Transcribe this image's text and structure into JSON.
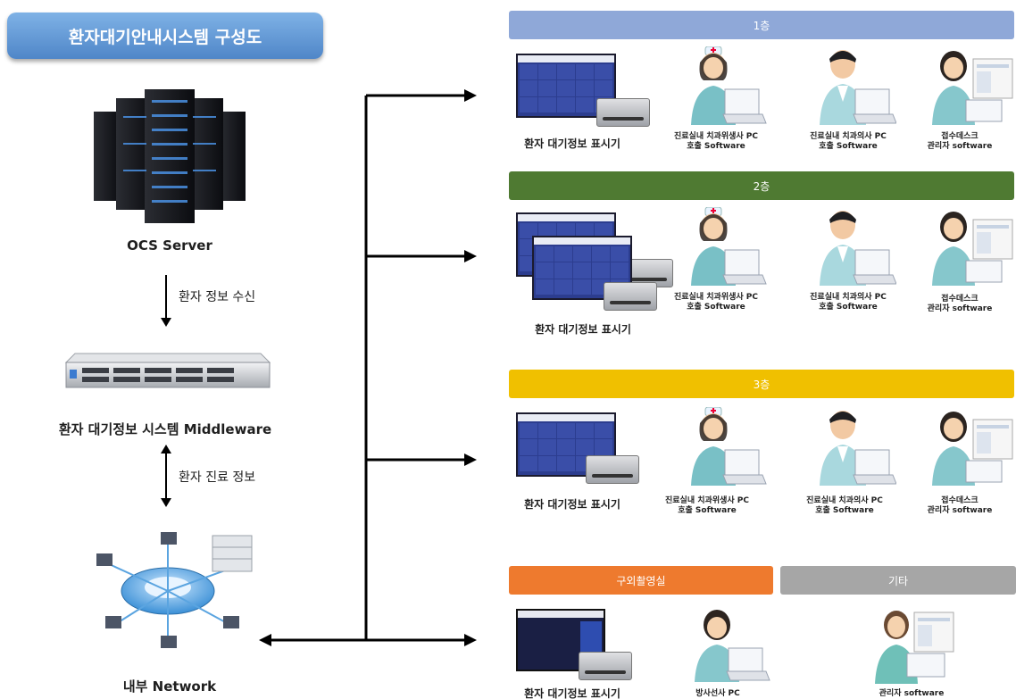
{
  "title": "환자대기안내시스템 구성도",
  "left_column": {
    "server_label": "OCS Server",
    "arrow1_label": "환자 정보 수신",
    "middleware_label": "환자 대기정보 시스템 Middleware",
    "arrow2_label": "환자 진료 정보",
    "network_label": "내부 Network"
  },
  "floors": [
    {
      "name": "1층",
      "color": "#8fa8d8",
      "display_label": "환자 대기정보 표시기",
      "roles": [
        {
          "line1": "진료실내 치과위생사 PC",
          "line2": "호출 Software"
        },
        {
          "line1": "진료실내 치과의사 PC",
          "line2": "호출 Software"
        },
        {
          "line1": "접수데스크",
          "line2": "관리자 software"
        }
      ]
    },
    {
      "name": "2층",
      "color": "#4f7a32",
      "display_label": "환자 대기정보 표시기",
      "roles": [
        {
          "line1": "진료실내 치과위생사 PC",
          "line2": "호출 Software"
        },
        {
          "line1": "진료실내 치과의사 PC",
          "line2": "호출 Software"
        },
        {
          "line1": "접수데스크",
          "line2": "관리자 software"
        }
      ]
    },
    {
      "name": "3층",
      "color": "#f0c000",
      "display_label": "환자 대기정보 표시기",
      "roles": [
        {
          "line1": "진료실내 치과위생사 PC",
          "line2": "호출 Software"
        },
        {
          "line1": "진료실내 치과의사 PC",
          "line2": "호출 Software"
        },
        {
          "line1": "접수데스크",
          "line2": "관리자 software"
        }
      ]
    }
  ],
  "bottom": {
    "section1_name": "구외촬영실",
    "section1_color": "#ee7a2e",
    "section2_name": "기타",
    "section2_color": "#a6a6a6",
    "display_label": "환자 대기정보 표시기",
    "role1": "방사선사 PC",
    "role2": "관리자 software"
  }
}
